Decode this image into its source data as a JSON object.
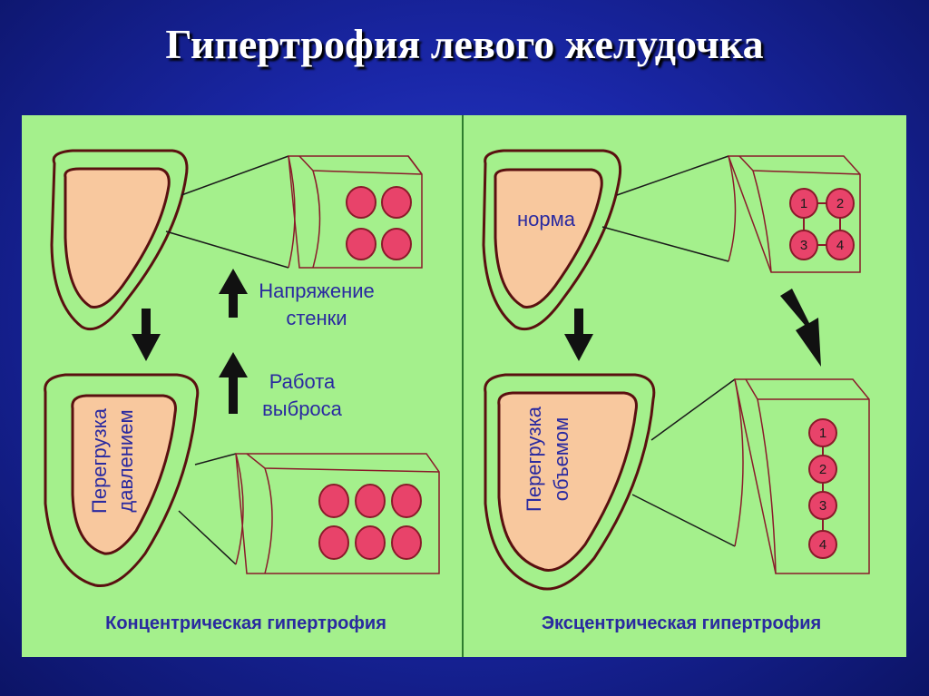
{
  "slide": {
    "title": "Гипертрофия левого желудочка"
  },
  "colors": {
    "background": "#1a27a8",
    "panel": "#a4f08c",
    "chamber": "#f8c89e",
    "outline": "#5a1010",
    "cell": "#e8436a",
    "label_text": "#2a2aa0"
  },
  "left_panel": {
    "caption": "Концентрическая гипертрофия",
    "overload_label": [
      "Перегрузка",
      "давлением"
    ],
    "stress_label": [
      "Напряжение",
      "стенки"
    ],
    "ejection_label": [
      "Работа",
      "выброса"
    ]
  },
  "right_panel": {
    "caption": "Эксцентрическая гипертрофия",
    "normal_label": "норма",
    "overload_label": [
      "Перегрузка",
      "объемом"
    ],
    "normal_cells": [
      "1",
      "2",
      "3",
      "4"
    ],
    "elongated_cells": [
      "1",
      "2",
      "3",
      "4"
    ]
  }
}
